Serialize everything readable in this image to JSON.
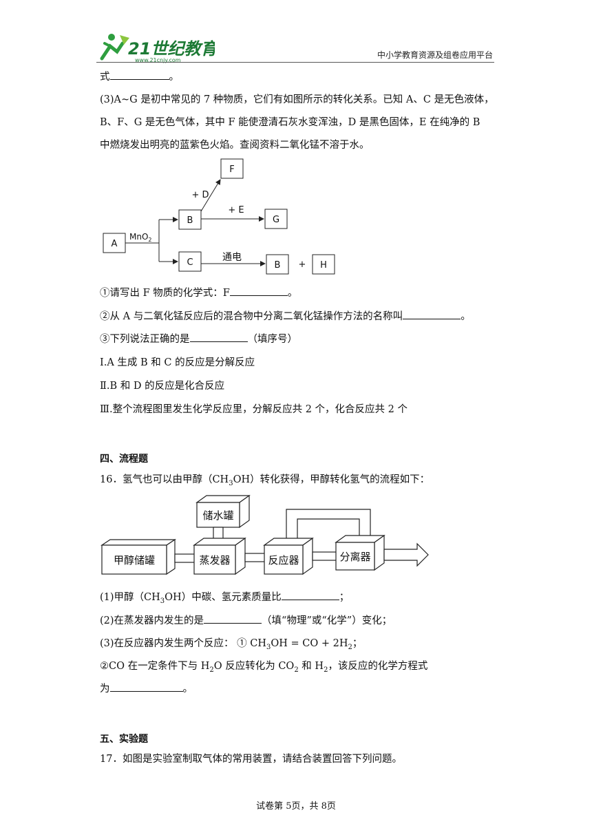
{
  "header": {
    "logo_text": "21世纪教育",
    "logo_url_text": "www.21cnjy.com",
    "right_text": "中小学教育资源及组卷应用平台"
  },
  "q15": {
    "line0_prefix": "式",
    "line0_suffix": "。",
    "p1": "(3)A~G 是初中常见的 7 种物质，它们有如图所示的转化关系。已知 A、C 是无色液体，",
    "p2": "B、F、G 是无色气体，其中 F 能使澄清石灰水变浑浊，D 是黑色固体，E 在纯净的 B",
    "p3": "中燃烧发出明亮的蓝紫色火焰。查阅资料二氧化锰不溶于水。",
    "diagram": {
      "A": "A",
      "B": "B",
      "C": "C",
      "F": "F",
      "G": "G",
      "B2": "B",
      "H": "H",
      "mno2": "MnO",
      "mno2_sub": "2",
      "plus_d": "+ D",
      "plus_e": "+ E",
      "electrolysis": "通电",
      "plus": "+"
    },
    "sub1_prefix": "①请写出 F 物质的化学式：F",
    "sub1_suffix": "。",
    "sub2_prefix": "②从 A 与二氧化锰反应后的混合物中分离二氧化锰操作方法的名称叫",
    "sub2_suffix": "。",
    "sub3_prefix": "③下列说法正确的是",
    "sub3_suffix": "（填序号）",
    "opt1": "Ⅰ.A 生成 B 和 C 的反应是分解反应",
    "opt2": "Ⅱ.B 和 D 的反应是化合反应",
    "opt3": "Ⅲ.整个流程图里发生化学反应里，分解反应共 2 个，化合反应共 2 个"
  },
  "section4": {
    "title": "四、流程题",
    "q16_intro_a": "16．氢气也可以由甲醇（CH",
    "q16_intro_sub": "3",
    "q16_intro_b": "OH）转化获得，甲醇转化氢气的流程如下：",
    "flow": {
      "tank": "甲醇储罐",
      "water": "储水罐",
      "evaporator": "蒸发器",
      "reactor": "反应器",
      "separator": "分离器"
    },
    "s1_a": "(1)甲醇（CH",
    "s1_sub": "3",
    "s1_b": "OH）中碳、氢元素质量比",
    "s1_suffix": "；",
    "s2_prefix": "(2)在蒸发器内发生的是",
    "s2_suffix": "（填“物理”或“化学”）变化；",
    "s3_a": "(3)在反应器内发生两个反应：  ① CH",
    "s3_sub1": "3",
    "s3_b": "OH = CO + 2H",
    "s3_sub2": "2",
    "s3_c": "；",
    "s4_a": "②CO 在一定条件下与 H",
    "s4_sub1": "2",
    "s4_b": "O 反应转化为 CO",
    "s4_sub2": "2",
    "s4_c": " 和 H",
    "s4_sub3": "2",
    "s4_d": "，该反应的化学方程式",
    "s5_prefix": "为",
    "s5_suffix": "。"
  },
  "section5": {
    "title": "五、实验题",
    "q17": "17．如图是实验室制取气体的常用装置，请结合装置回答下列问题。"
  },
  "footer": {
    "page_text": "试卷第 5页，共 8页"
  }
}
